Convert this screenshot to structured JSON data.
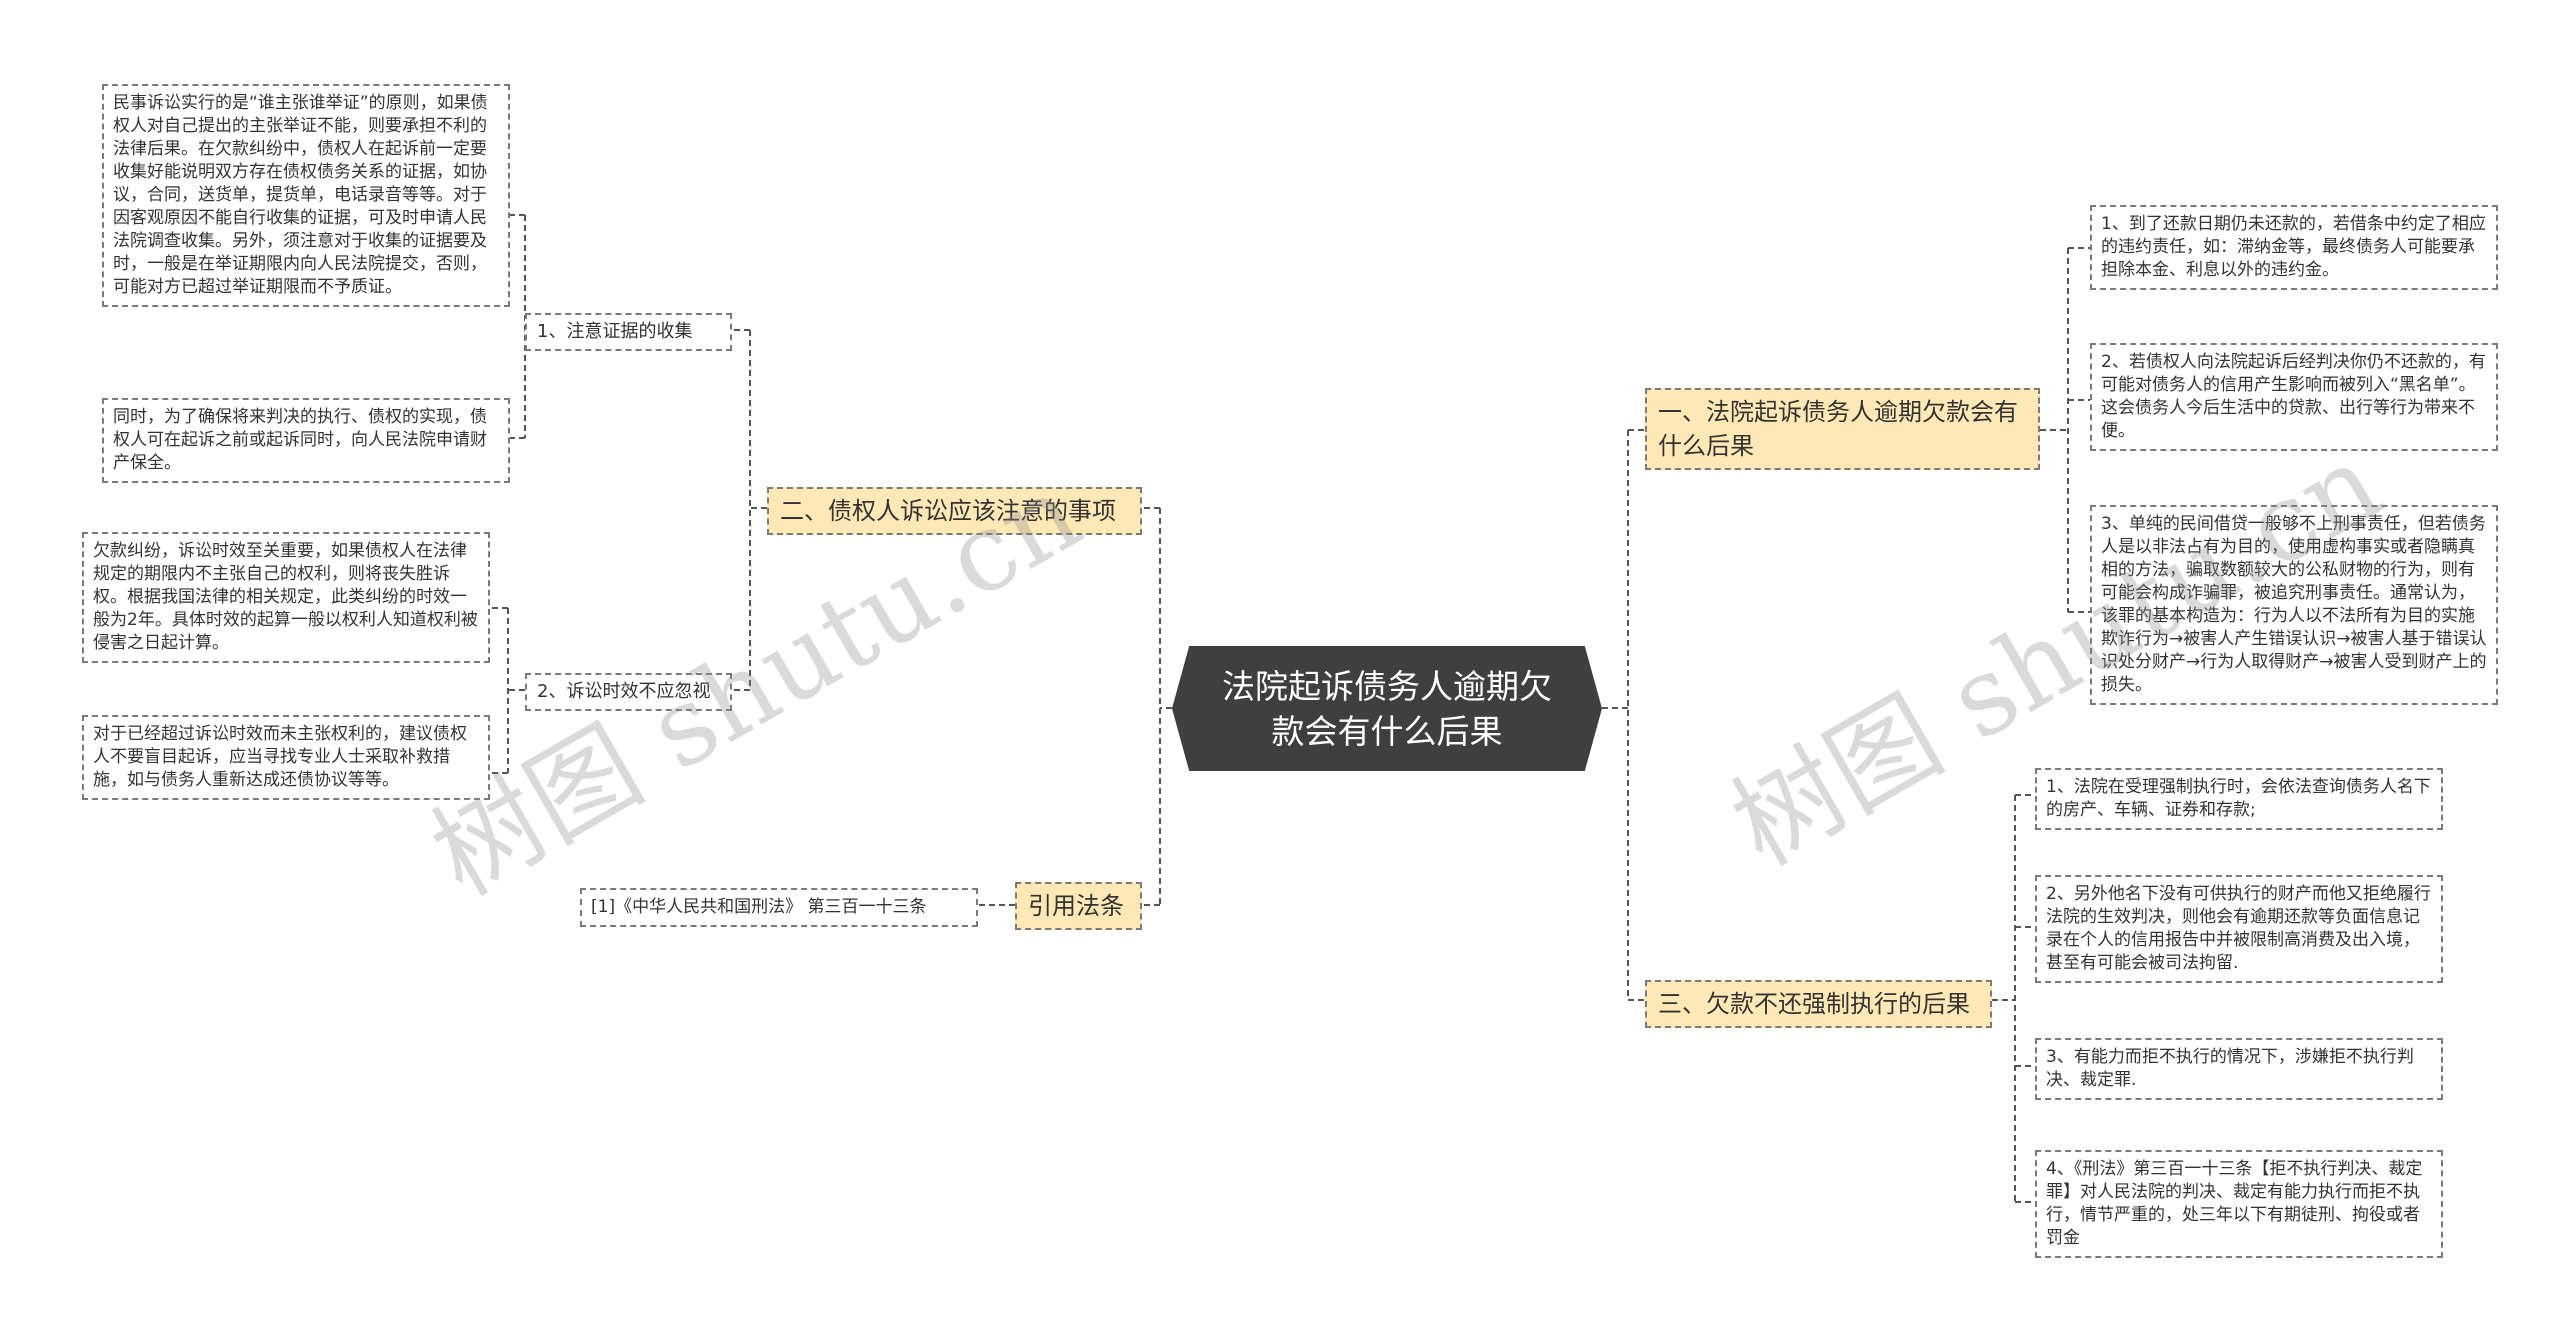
{
  "root": {
    "title": "法院起诉债务人逾期欠款会有什么后果"
  },
  "branches": {
    "b1": {
      "label": "一、法院起诉债务人逾期欠款会有什么后果"
    },
    "b2": {
      "label": "二、债权人诉讼应该注意的事项"
    },
    "b3": {
      "label": "三、欠款不还强制执行的后果"
    },
    "b4": {
      "label": "引用法条"
    }
  },
  "b1_items": [
    "1、到了还款日期仍未还款的，若借条中约定了相应的违约责任，如：滞纳金等，最终债务人可能要承担除本金、利息以外的违约金。",
    "2、若债权人向法院起诉后经判决你仍不还款的，有可能对债务人的信用产生影响而被列入“黑名单”。这会债务人今后生活中的贷款、出行等行为带来不便。",
    "3、单纯的民间借贷一般够不上刑事责任，但若债务人是以非法占有为目的，使用虚构事实或者隐瞒真相的方法，骗取数额较大的公私财物的行为，则有可能会构成诈骗罪，被追究刑事责任。通常认为，该罪的基本构造为：行为人以不法所有为目的实施欺诈行为→被害人产生错误认识→被害人基于错误认识处分财产→行为人取得财产→被害人受到财产上的损失。"
  ],
  "b2_subs": {
    "s1": {
      "label": "1、注意证据的收集"
    },
    "s2": {
      "label": "2、诉讼时效不应忽视"
    }
  },
  "b2_s1_items": [
    "民事诉讼实行的是“谁主张谁举证”的原则，如果债权人对自己提出的主张举证不能，则要承担不利的法律后果。在欠款纠纷中，债权人在起诉前一定要收集好能说明双方存在债权债务关系的证据，如协议，合同，送货单，提货单，电话录音等等。对于因客观原因不能自行收集的证据，可及时申请人民法院调查收集。另外，须注意对于收集的证据要及时，一般是在举证期限内向人民法院提交，否则，可能对方已超过举证期限而不予质证。",
    "同时，为了确保将来判决的执行、债权的实现，债权人可在起诉之前或起诉同时，向人民法院申请财产保全。"
  ],
  "b2_s2_items": [
    "欠款纠纷，诉讼时效至关重要，如果债权人在法律规定的期限内不主张自己的权利，则将丧失胜诉权。根据我国法律的相关规定，此类纠纷的时效一般为2年。具体时效的起算一般以权利人知道权利被侵害之日起计算。",
    "对于已经超过诉讼时效而未主张权利的，建议债权人不要盲目起诉，应当寻找专业人士采取补救措施，如与债务人重新达成还债协议等等。"
  ],
  "b3_items": [
    "1、法院在受理强制执行时，会依法查询债务人名下的房产、车辆、证券和存款;",
    "2、另外他名下没有可供执行的财产而他又拒绝履行法院的生效判决，则他会有逾期还款等负面信息记录在个人的信用报告中并被限制高消费及出入境，甚至有可能会被司法拘留.",
    "3、有能力而拒不执行的情况下，涉嫌拒不执行判决、裁定罪.",
    "4、《刑法》第三百一十三条【拒不执行判决、裁定罪】对人民法院的判决、裁定有能力执行而拒不执行，情节严重的，处三年以下有期徒刑、拘役或者罚金"
  ],
  "b4_items": [
    "[1]《中华人民共和国刑法》 第三百一十三条"
  ],
  "watermark": "树图 shutu.cn"
}
